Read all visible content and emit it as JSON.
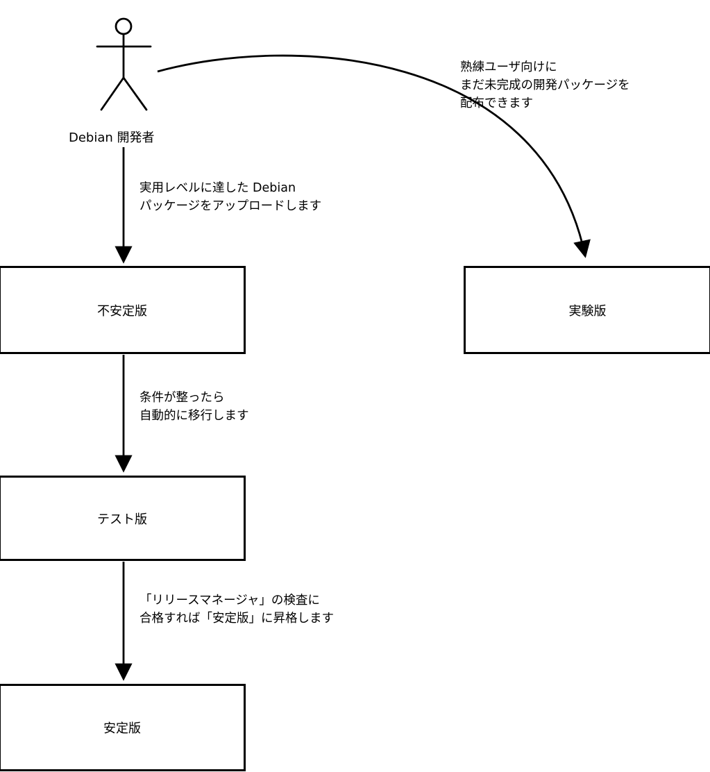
{
  "diagram": {
    "background": "#ffffff",
    "stroke_color": "#000000",
    "actor": {
      "label": "Debian 開発者"
    },
    "nodes": [
      {
        "id": "unstable",
        "label": "不安定版"
      },
      {
        "id": "experimental",
        "label": "実験版"
      },
      {
        "id": "testing",
        "label": "テスト版"
      },
      {
        "id": "stable",
        "label": "安定版"
      }
    ],
    "edges": [
      {
        "id": "developer-to-unstable",
        "lines": [
          "実用レベルに達した Debian",
          "パッケージをアップロードします"
        ]
      },
      {
        "id": "developer-to-experimental",
        "lines": [
          "熟練ユーザ向けに",
          "まだ未完成の開発パッケージを",
          "配布できます"
        ]
      },
      {
        "id": "unstable-to-testing",
        "lines": [
          "条件が整ったら",
          "自動的に移行します"
        ]
      },
      {
        "id": "testing-to-stable",
        "lines": [
          "「リリースマネージャ」の検査に",
          "合格すれば「安定版」に昇格します"
        ]
      }
    ]
  }
}
